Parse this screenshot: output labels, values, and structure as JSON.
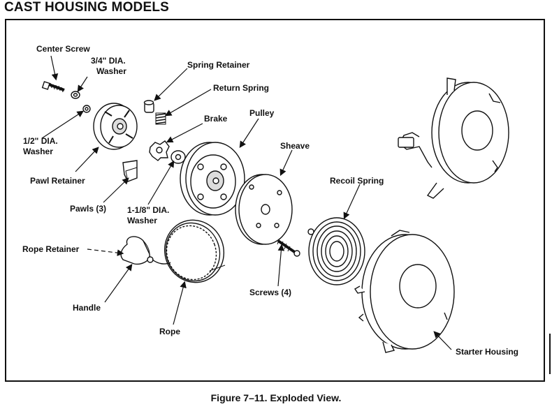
{
  "heading": "CAST HOUSING MODELS",
  "caption": "Figure 7–11. Exploded View.",
  "labels": {
    "center_screw": "Center Screw",
    "washer_34_line1": "3/4\" DIA.",
    "washer_34_line2": "Washer",
    "spring_retainer": "Spring Retainer",
    "return_spring": "Return Spring",
    "brake": "Brake",
    "pulley": "Pulley",
    "sheave": "Sheave",
    "washer_12_line1": "1/2\" DIA.",
    "washer_12_line2": "Washer",
    "pawl_retainer": "Pawl Retainer",
    "pawls": "Pawls (3)",
    "washer_118_line1": "1-1/8\" DIA.",
    "washer_118_line2": "Washer",
    "recoil_spring": "Recoil Spring",
    "rope_retainer": "Rope Retainer",
    "handle": "Handle",
    "screws": "Screws (4)",
    "rope": "Rope",
    "starter_housing": "Starter Housing"
  }
}
